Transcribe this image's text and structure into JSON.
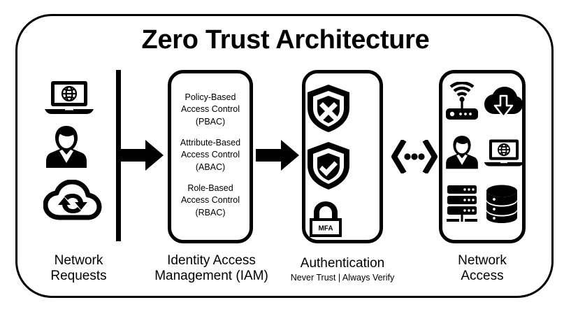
{
  "diagram": {
    "title": "Zero Trust Architecture",
    "type": "flow",
    "frame_color": "#000000",
    "background_color": "#ffffff"
  },
  "stages": {
    "requests": {
      "caption_line1": "Network",
      "caption_line2": "Requests",
      "icons": [
        {
          "name": "laptop-globe-icon",
          "label": "laptop with globe"
        },
        {
          "name": "user-icon",
          "label": "user"
        },
        {
          "name": "cloud-sync-icon",
          "label": "cloud sync"
        }
      ]
    },
    "iam": {
      "caption_line1": "Identity Access",
      "caption_line2": "Management (IAM)",
      "policies": [
        {
          "line1": "Policy-Based",
          "line2": "Access Control",
          "line3": "(PBAC)"
        },
        {
          "line1": "Attribute-Based",
          "line2": "Access Control",
          "line3": "(ABAC)"
        },
        {
          "line1": "Role-Based",
          "line2": "Access Control",
          "line3": "(RBAC)"
        }
      ]
    },
    "authentication": {
      "caption": "Authentication",
      "subtitle": "Never Trust  |  Always Verify",
      "icons": [
        {
          "name": "shield-deny-icon",
          "label": "shield with X"
        },
        {
          "name": "shield-allow-icon",
          "label": "shield with checkmark"
        },
        {
          "name": "lock-mfa-icon",
          "label": "padlock",
          "text": "MFA"
        }
      ]
    },
    "access": {
      "caption_line1": "Network",
      "caption_line2": "Access",
      "icons": [
        {
          "name": "wifi-router-icon",
          "label": "wireless router"
        },
        {
          "name": "cloud-download-icon",
          "label": "cloud download"
        },
        {
          "name": "user-icon",
          "label": "user"
        },
        {
          "name": "laptop-globe-icon",
          "label": "laptop with globe"
        },
        {
          "name": "server-rack-icon",
          "label": "server rack"
        },
        {
          "name": "database-icon",
          "label": "database"
        }
      ]
    }
  },
  "connectors": {
    "arrow_requests_to_iam": {
      "name": "arrow-right",
      "direction": "right"
    },
    "arrow_iam_to_auth": {
      "name": "arrow-right",
      "direction": "right"
    },
    "auth_to_access": {
      "name": "bidirectional-dots",
      "direction": "both"
    }
  }
}
